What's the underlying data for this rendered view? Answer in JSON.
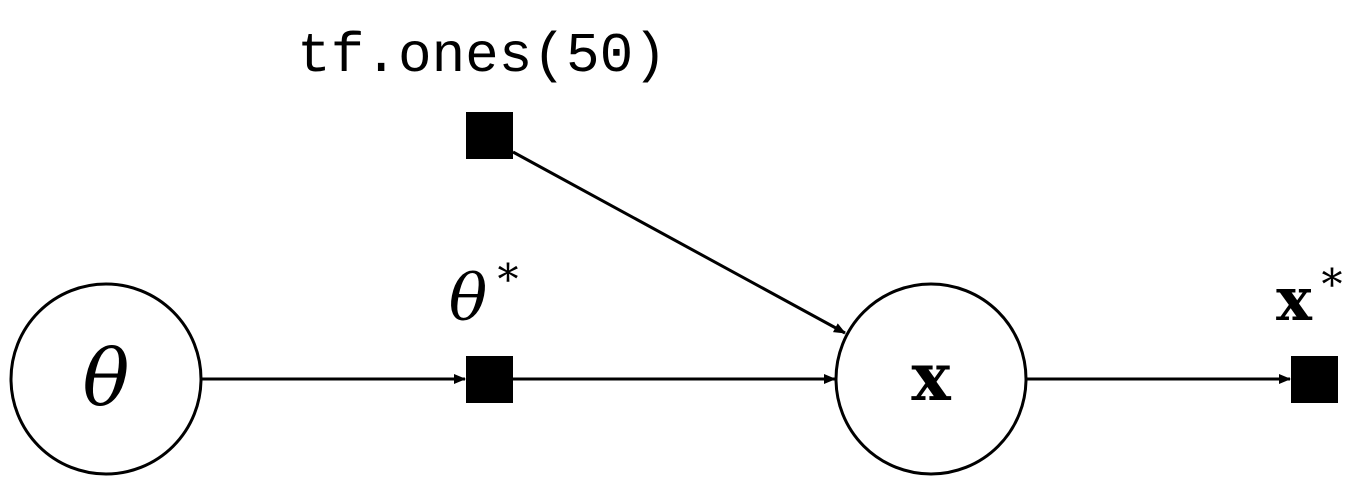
{
  "diagram": {
    "nodes": {
      "theta": {
        "symbol": "θ",
        "shape": "circle"
      },
      "theta_star": {
        "symbol": "θ",
        "superscript": "*",
        "shape": "square"
      },
      "constant": {
        "label": "tf.ones(50)",
        "shape": "square"
      },
      "x": {
        "symbol": "x",
        "shape": "circle"
      },
      "x_star": {
        "symbol": "x",
        "superscript": "*",
        "shape": "square"
      }
    },
    "edges": [
      {
        "from": "theta",
        "to": "theta_star"
      },
      {
        "from": "theta_star",
        "to": "x"
      },
      {
        "from": "constant",
        "to": "x"
      },
      {
        "from": "x",
        "to": "x_star"
      }
    ],
    "colors": {
      "stroke": "#000000",
      "fill_square": "#000000",
      "background": "#ffffff"
    }
  }
}
